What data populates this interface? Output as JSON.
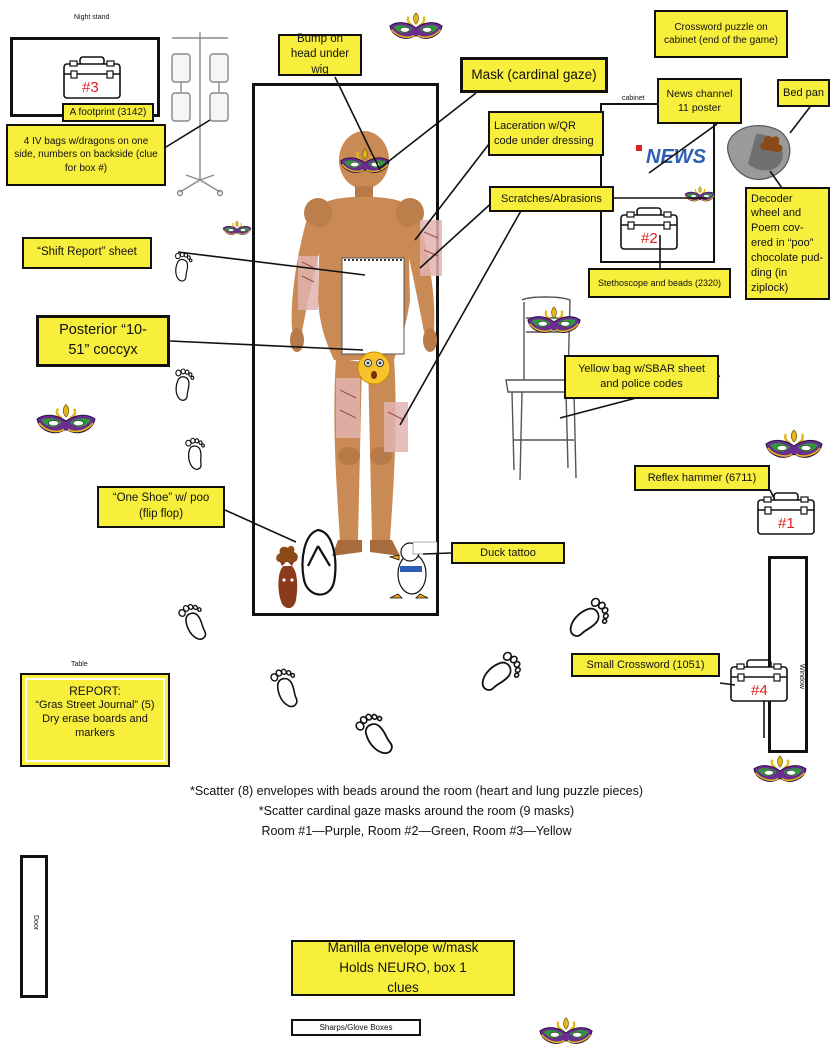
{
  "labels": {
    "night_stand": "Night stand",
    "cabinet": "cabinet",
    "table": "Table",
    "window": "Window",
    "door": "Door",
    "sharps": "Sharps/Glove Boxes"
  },
  "boxes": {
    "bump": "Bump on head under wig",
    "mask": "Mask (cardinal gaze)",
    "laceration": "Laceration w/QR code under dressing",
    "scratches": "Scratches/Abrasions",
    "crossword_cabinet": "Crossword puzzle on  cabinet (end of the game)",
    "news": "News channel 11 poster",
    "bed_pan": "Bed pan",
    "footprint": "A footprint (3142)",
    "iv_bags": "4 IV bags w/dragons on one side, numbers on backside  (clue for box #)",
    "shift_report": "“Shift Report” sheet",
    "posterior": "Posterior “10-51” coccyx",
    "stethoscope": "Stethoscope and beads (2320)",
    "decoder": "Decoder wheel and Poem cov-ered in “poo” chocolate pud-ding (in ziplock)",
    "yellow_bag": "Yellow bag w/SBAR sheet and police codes",
    "reflex": "Reflex hammer (6711)",
    "one_shoe": "“One Shoe” w/ poo (flip flop)",
    "duck": "Duck tattoo",
    "small_crossword": "Small Crossword (1051)",
    "manilla": "Manilla envelope w/mask Holds NEURO, box 1 clues"
  },
  "report": {
    "title": "REPORT:",
    "line1": "“Gras Street Journal” (5)",
    "line2": "Dry erase boards and markers"
  },
  "lockboxes": {
    "b1": "#1",
    "b2": "#2",
    "b3": "#3",
    "b4": "#4"
  },
  "news_logo": "NEWS",
  "notes": {
    "line1": "*Scatter (8) envelopes with beads around the room (heart and lung puzzle pieces)",
    "line2": "*Scatter cardinal gaze masks around the room (9 masks)",
    "line3": "Room #1—Purple, Room #2—Green, Room #3—Yellow"
  },
  "colors": {
    "label_fill": "#f7ef3c",
    "box_number": "#e02020",
    "mask_purple": "#6a2c91",
    "mask_green": "#2e9a3a",
    "mask_gold": "#e3b919",
    "mannequin": "#c98a55",
    "news_blue": "#2d5fb5"
  },
  "icons": [
    "mardi-gras-mask-icon",
    "footprint-icon",
    "lockbox-icon",
    "iv-pole-icon",
    "chair-icon",
    "bed-pan-icon",
    "flip-flop-icon",
    "horse-icon",
    "duck-icon",
    "poop-emoji-icon",
    "surprised-emoji-icon"
  ]
}
